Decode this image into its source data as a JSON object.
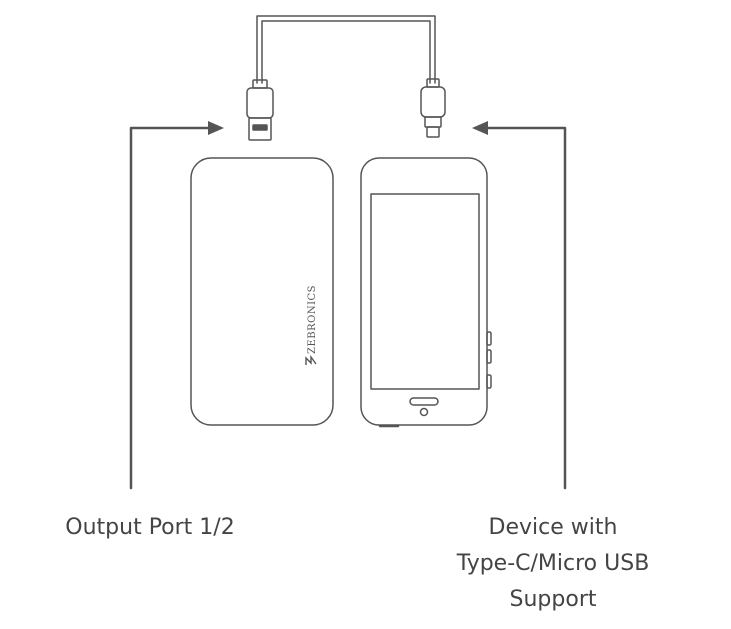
{
  "labels": {
    "output_port": "Output Port 1/2",
    "device_line1": "Device with",
    "device_line2": "Type-C/Micro USB",
    "device_line3": "Support"
  },
  "brand": {
    "logo_text": "ZEBRONICS"
  },
  "colors": {
    "stroke": "#555555",
    "arrow": "#555555",
    "text": "#444444",
    "background": "#ffffff"
  },
  "icons": {
    "power_bank": "power-bank-icon",
    "phone": "phone-icon",
    "usb_a_plug": "usb-a-plug-icon",
    "micro_usb_plug": "micro-usb-plug-icon"
  }
}
